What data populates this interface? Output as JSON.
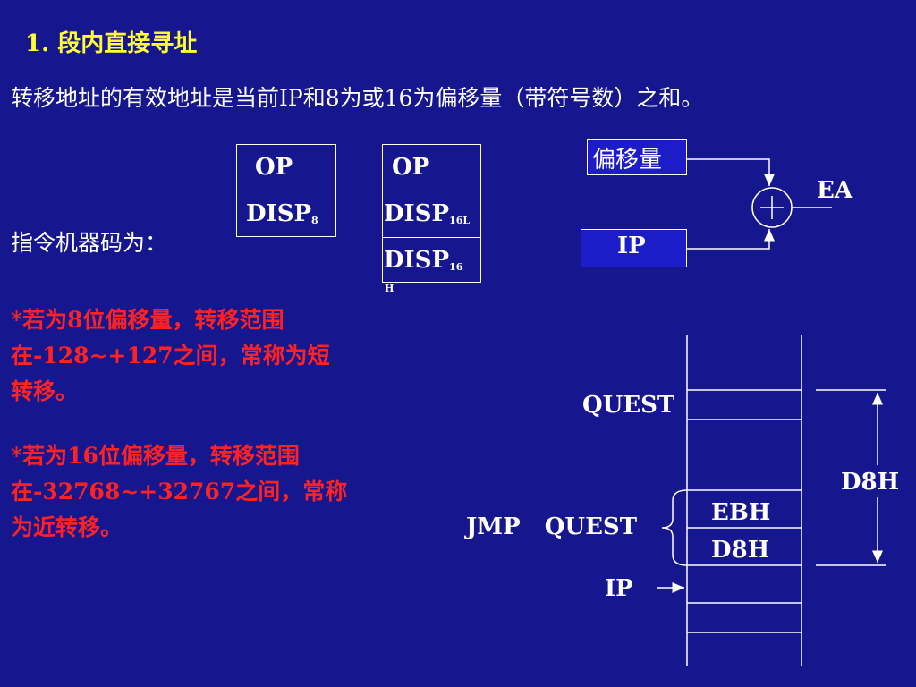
{
  "title": "1.  段内直接寻址",
  "intro": "转移地址的有效地址是当前IP和8为或16为偏移量（带符号数）之和。",
  "machine_code_label": "指令机器码为：",
  "notes": [
    "*若为8位偏移量，转移范围在-128~+127之间，常称为短转移。",
    "*若为16位偏移量，转移范围在-32768~+32767之间，常称为近转移。"
  ],
  "format8": {
    "op": "OP",
    "disp": "DISP",
    "disp_sub": "8"
  },
  "format16": {
    "op": "OP",
    "disp_low": "DISP",
    "disp_low_sub": "16L",
    "disp_high": "DISP",
    "disp_high_sub": "16",
    "disp_high_sub2": "H"
  },
  "ea_diagram": {
    "offset_label": "偏移量",
    "ip_label": "IP",
    "plus": "+",
    "result": "EA"
  },
  "memory_diagram": {
    "quest_label": "QUEST",
    "jmp_instruction": "JMP   QUEST",
    "cells": [
      "EBH",
      "D8H"
    ],
    "ip_label": "IP",
    "distance": "D8H"
  },
  "colors": {
    "background": "#16168f",
    "title": "#ffff33",
    "note": "#ff2222",
    "box_fill": "#1c1cc8"
  }
}
